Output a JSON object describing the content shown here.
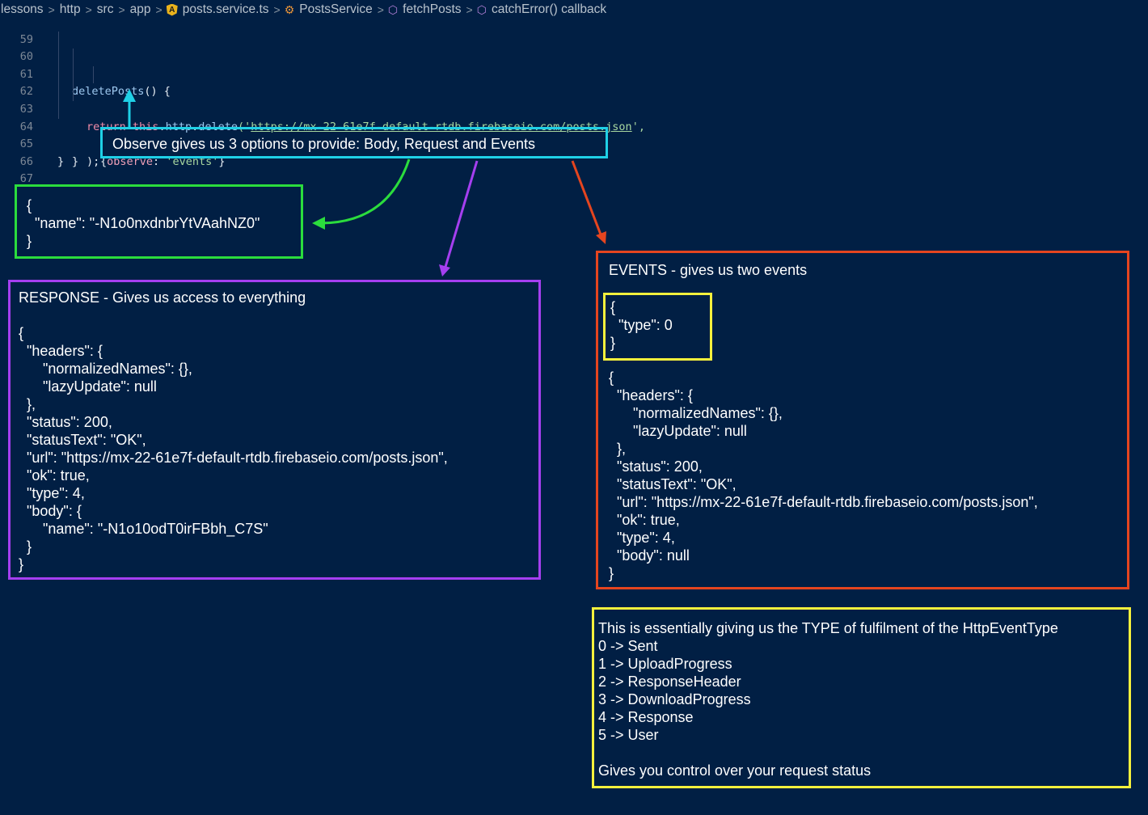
{
  "breadcrumb": {
    "items": [
      "lessons",
      "http",
      "src",
      "app",
      "posts.service.ts",
      "PostsService",
      "fetchPosts",
      "catchError() callback"
    ],
    "separator": ">"
  },
  "editor": {
    "line_numbers": [
      "59",
      "60",
      "61",
      "62",
      "63",
      "64",
      "65",
      "66",
      "67"
    ],
    "code": {
      "fn_name": "deletePosts",
      "fn_parens": "() {",
      "return_kw": "return",
      "this_kw": "this",
      "dot": ".",
      "http": "http",
      "delete": "delete",
      "open_paren": "('",
      "url": "https://mx-22-61e7f-default-rtdb.firebaseio.com/posts.json",
      "close_quote": "',",
      "open_brace": "{",
      "observe_key": "observe",
      "colon": ": ",
      "events_str": "'events'",
      "close_brace": "}",
      "close_call": ");",
      "brace_inner": "}",
      "brace_outer": "}"
    }
  },
  "annotations": {
    "observe_note": "Observe gives us 3 options to provide: Body, Request and Events",
    "body_json": "{\n  \"name\": \"-N1o0nxdnbrYtVAahNZ0\"\n}",
    "response_text": "RESPONSE - Gives us access to everything\n\n{\n  \"headers\": {\n      \"normalizedNames\": {},\n      \"lazyUpdate\": null\n  },\n  \"status\": 200,\n  \"statusText\": \"OK\",\n  \"url\": \"https://mx-22-61e7f-default-rtdb.firebaseio.com/posts.json\",\n  \"ok\": true,\n  \"type\": 4,\n  \"body\": {\n      \"name\": \"-N1o10odT0irFBbh_C7S\"\n  }\n}",
    "events_title": "EVENTS - gives us two events",
    "events_type0": "{\n  \"type\": 0\n}",
    "events_json": "{\n  \"headers\": {\n      \"normalizedNames\": {},\n      \"lazyUpdate\": null\n  },\n  \"status\": 200,\n  \"statusText\": \"OK\",\n  \"url\": \"https://mx-22-61e7f-default-rtdb.firebaseio.com/posts.json\",\n  \"ok\": true,\n  \"type\": 4,\n  \"body\": null\n}",
    "explain_text": "This is essentially giving us the TYPE of fulfilment of the HttpEventType\n0 -> Sent\n1 -> UploadProgress\n2 -> ResponseHeader\n3 -> DownloadProgress\n4 -> Response\n5 -> User\n\nGives you control over your request status"
  },
  "colors": {
    "background": "#011f44",
    "observe_border": "#1fd0e6",
    "body_border": "#2bdc3d",
    "response_border": "#a53ff0",
    "events_border": "#e5451f",
    "highlight_border": "#f5f03c"
  },
  "icons": {
    "file": "angular-icon",
    "class": "class-icon",
    "method": "method-icon"
  }
}
